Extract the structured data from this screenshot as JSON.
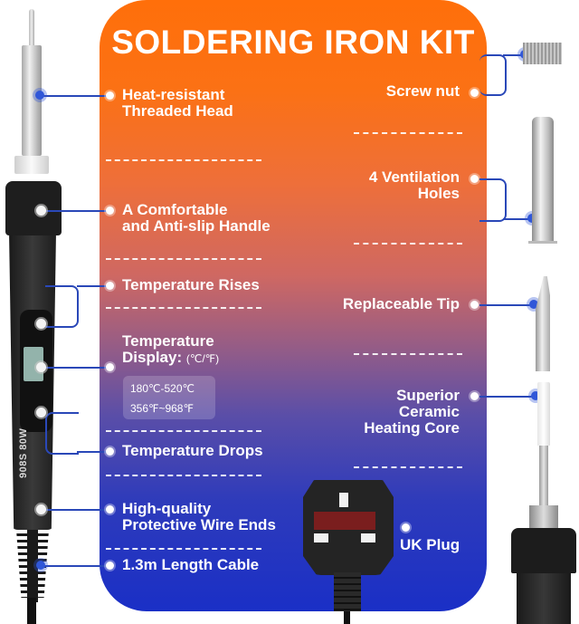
{
  "title": "SOLDERING IRON KIT",
  "left_features": [
    {
      "id": "heat-resistant-head",
      "line1": "Heat-resistant",
      "line2": "Threaded Head"
    },
    {
      "id": "comfortable-handle",
      "line1": "A Comfortable",
      "line2": "and Anti-slip Handle"
    },
    {
      "id": "temperature-rises",
      "line1": "Temperature Rises"
    },
    {
      "id": "temperature-display",
      "line1": "Temperature",
      "line2": "Display:",
      "unit": "(℃/℉)"
    },
    {
      "id": "temperature-drops",
      "line1": "Temperature Drops"
    },
    {
      "id": "protective-wire-ends",
      "line1": "High-quality",
      "line2": "Protective Wire Ends"
    },
    {
      "id": "cable-length",
      "line1": "1.3m Length Cable"
    }
  ],
  "temperature_range": {
    "celsius": "180℃-520℃",
    "fahrenheit": "356℉~968℉"
  },
  "right_features": [
    {
      "id": "screw-nut",
      "line1": "Screw nut"
    },
    {
      "id": "ventilation-holes",
      "line1": "4 Ventilation",
      "line2": "Holes"
    },
    {
      "id": "replaceable-tip",
      "line1": "Replaceable Tip"
    },
    {
      "id": "ceramic-core",
      "line1": "Superior",
      "line2": "Ceramic",
      "line3": "Heating Core"
    },
    {
      "id": "uk-plug",
      "line1": "UK Plug"
    }
  ],
  "iron_model_text": "908S 80W",
  "colors": {
    "gradient_top": "#ff6f0a",
    "gradient_mid": "#8f5b8a",
    "gradient_bottom": "#1a2fc6",
    "connector_line": "#2a48b8",
    "text": "#ffffff"
  }
}
